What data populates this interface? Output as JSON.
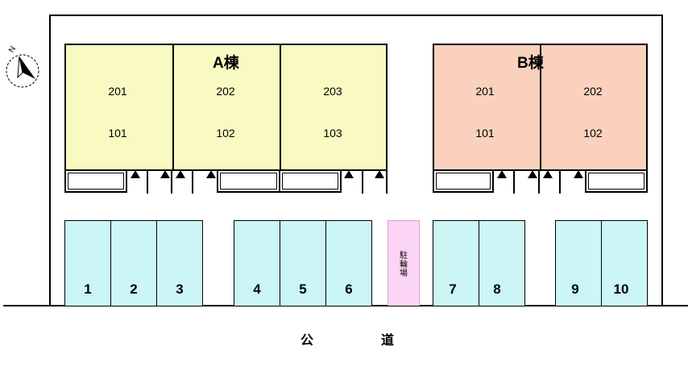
{
  "compass": {
    "label": "N"
  },
  "building_a": {
    "title": "A棟",
    "rooms_upper": [
      "201",
      "202",
      "203"
    ],
    "rooms_lower": [
      "101",
      "102",
      "103"
    ],
    "color": "#f9f9c2"
  },
  "building_b": {
    "title": "B棟",
    "rooms_upper": [
      "201",
      "202"
    ],
    "rooms_lower": [
      "101",
      "102"
    ],
    "color": "#fad1bd"
  },
  "parking": {
    "spaces": [
      "1",
      "2",
      "3",
      "4",
      "5",
      "6",
      "7",
      "8",
      "9",
      "10"
    ],
    "color": "#ccf5f5"
  },
  "bike_parking": {
    "label": "駐輪場",
    "color": "#fbd4f6"
  },
  "road": {
    "char1": "公",
    "char2": "道"
  }
}
